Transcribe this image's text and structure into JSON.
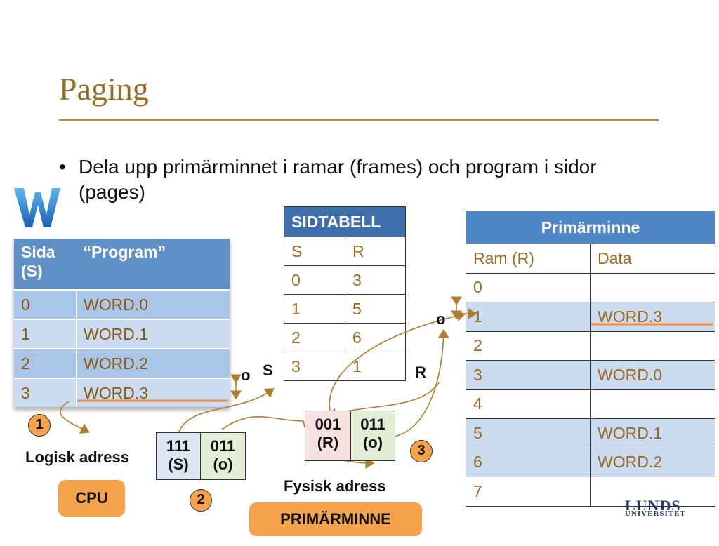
{
  "slide": {
    "title": "Paging",
    "bullet": "Dela upp primärminnet i ramar (frames) och program i sidor (pages)"
  },
  "program_table": {
    "header": [
      "Sida (S)",
      "“Program”"
    ],
    "rows": [
      [
        "0",
        "WORD.0"
      ],
      [
        "1",
        "WORD.1"
      ],
      [
        "2",
        "WORD.2"
      ],
      [
        "3",
        "WORD.3"
      ]
    ]
  },
  "sidtabell": {
    "title": "SIDTABELL",
    "columns": [
      "S",
      "R"
    ],
    "rows": [
      [
        "0",
        "3"
      ],
      [
        "1",
        "5"
      ],
      [
        "2",
        "6"
      ],
      [
        "3",
        "1"
      ]
    ]
  },
  "primarminne_table": {
    "title": "Primärminne",
    "columns": [
      "Ram (R)",
      "Data"
    ],
    "rows": [
      [
        "0",
        ""
      ],
      [
        "1",
        "WORD.3"
      ],
      [
        "2",
        ""
      ],
      [
        "3",
        "WORD.0"
      ],
      [
        "4",
        ""
      ],
      [
        "5",
        "WORD.1"
      ],
      [
        "6",
        "WORD.2"
      ],
      [
        "7",
        ""
      ]
    ]
  },
  "logical_address": {
    "label": "Logisk adress",
    "page_box": "111 (S)",
    "offset_box": "011 (o)"
  },
  "physical_address": {
    "label": "Fysisk adress",
    "frame_box": "001 (R)",
    "offset_box": "011 (o)"
  },
  "labels": {
    "o1": "o",
    "s": "S",
    "r": "R",
    "o2": "o"
  },
  "steps": [
    "1",
    "2",
    "3"
  ],
  "buttons": {
    "cpu": "CPU",
    "primarminne": "PRIMÄRMINNE"
  },
  "logo": {
    "university": "LUNDS",
    "subtitle": "UNIVERSITET"
  },
  "colors": {
    "accent": "#f5a34a",
    "title": "#9a6a1e",
    "header_blue": "#4f86c5",
    "row_shade": "#cbdcf1"
  }
}
